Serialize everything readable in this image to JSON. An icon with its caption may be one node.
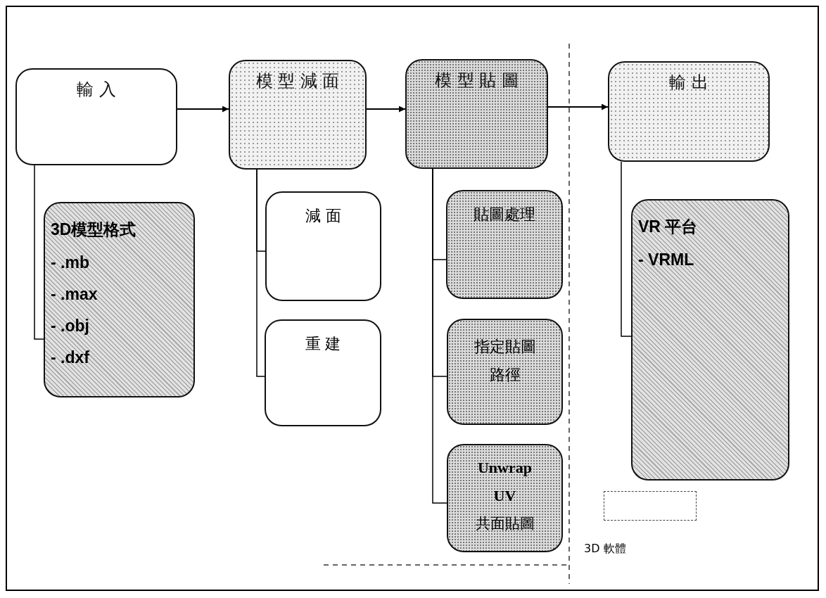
{
  "diagram": {
    "nodes": [
      {
        "text": [
          "輸 入"
        ]
      },
      {
        "text": [
          "模 型 減 面"
        ]
      },
      {
        "text": [
          "模 型 貼 圖"
        ]
      },
      {
        "text": [
          "輸 出"
        ]
      },
      {
        "text": [
          "3D模型格式",
          "- .mb",
          "- .max",
          "- .obj",
          "- .dxf"
        ]
      },
      {
        "text": [
          "減 面"
        ]
      },
      {
        "text": [
          "重 建"
        ]
      },
      {
        "text": [
          "貼圖處理"
        ]
      },
      {
        "text": [
          "指定貼圖路徑"
        ]
      },
      {
        "text": [
          "Unwrap UV",
          "共面貼圖"
        ]
      },
      {
        "text": [
          "VR 平台",
          "- VRML"
        ]
      }
    ],
    "edges": [
      {
        "from": 0,
        "to": 1,
        "arrow": "to"
      },
      {
        "from": 1,
        "to": 2,
        "arrow": "to"
      },
      {
        "from": 2,
        "to": 3,
        "arrow": "to"
      },
      {
        "from": 0,
        "to": 4,
        "arrow": "none"
      },
      {
        "from": 1,
        "to": 5,
        "arrow": "none"
      },
      {
        "from": 1,
        "to": 6,
        "arrow": "none"
      },
      {
        "from": 2,
        "to": 7,
        "arrow": "none"
      },
      {
        "from": 2,
        "to": 8,
        "arrow": "none"
      },
      {
        "from": 2,
        "to": 9,
        "arrow": "none"
      },
      {
        "from": 3,
        "to": 10,
        "arrow": "none"
      }
    ],
    "legend": [
      {
        "text": "3D 軟體"
      }
    ]
  }
}
